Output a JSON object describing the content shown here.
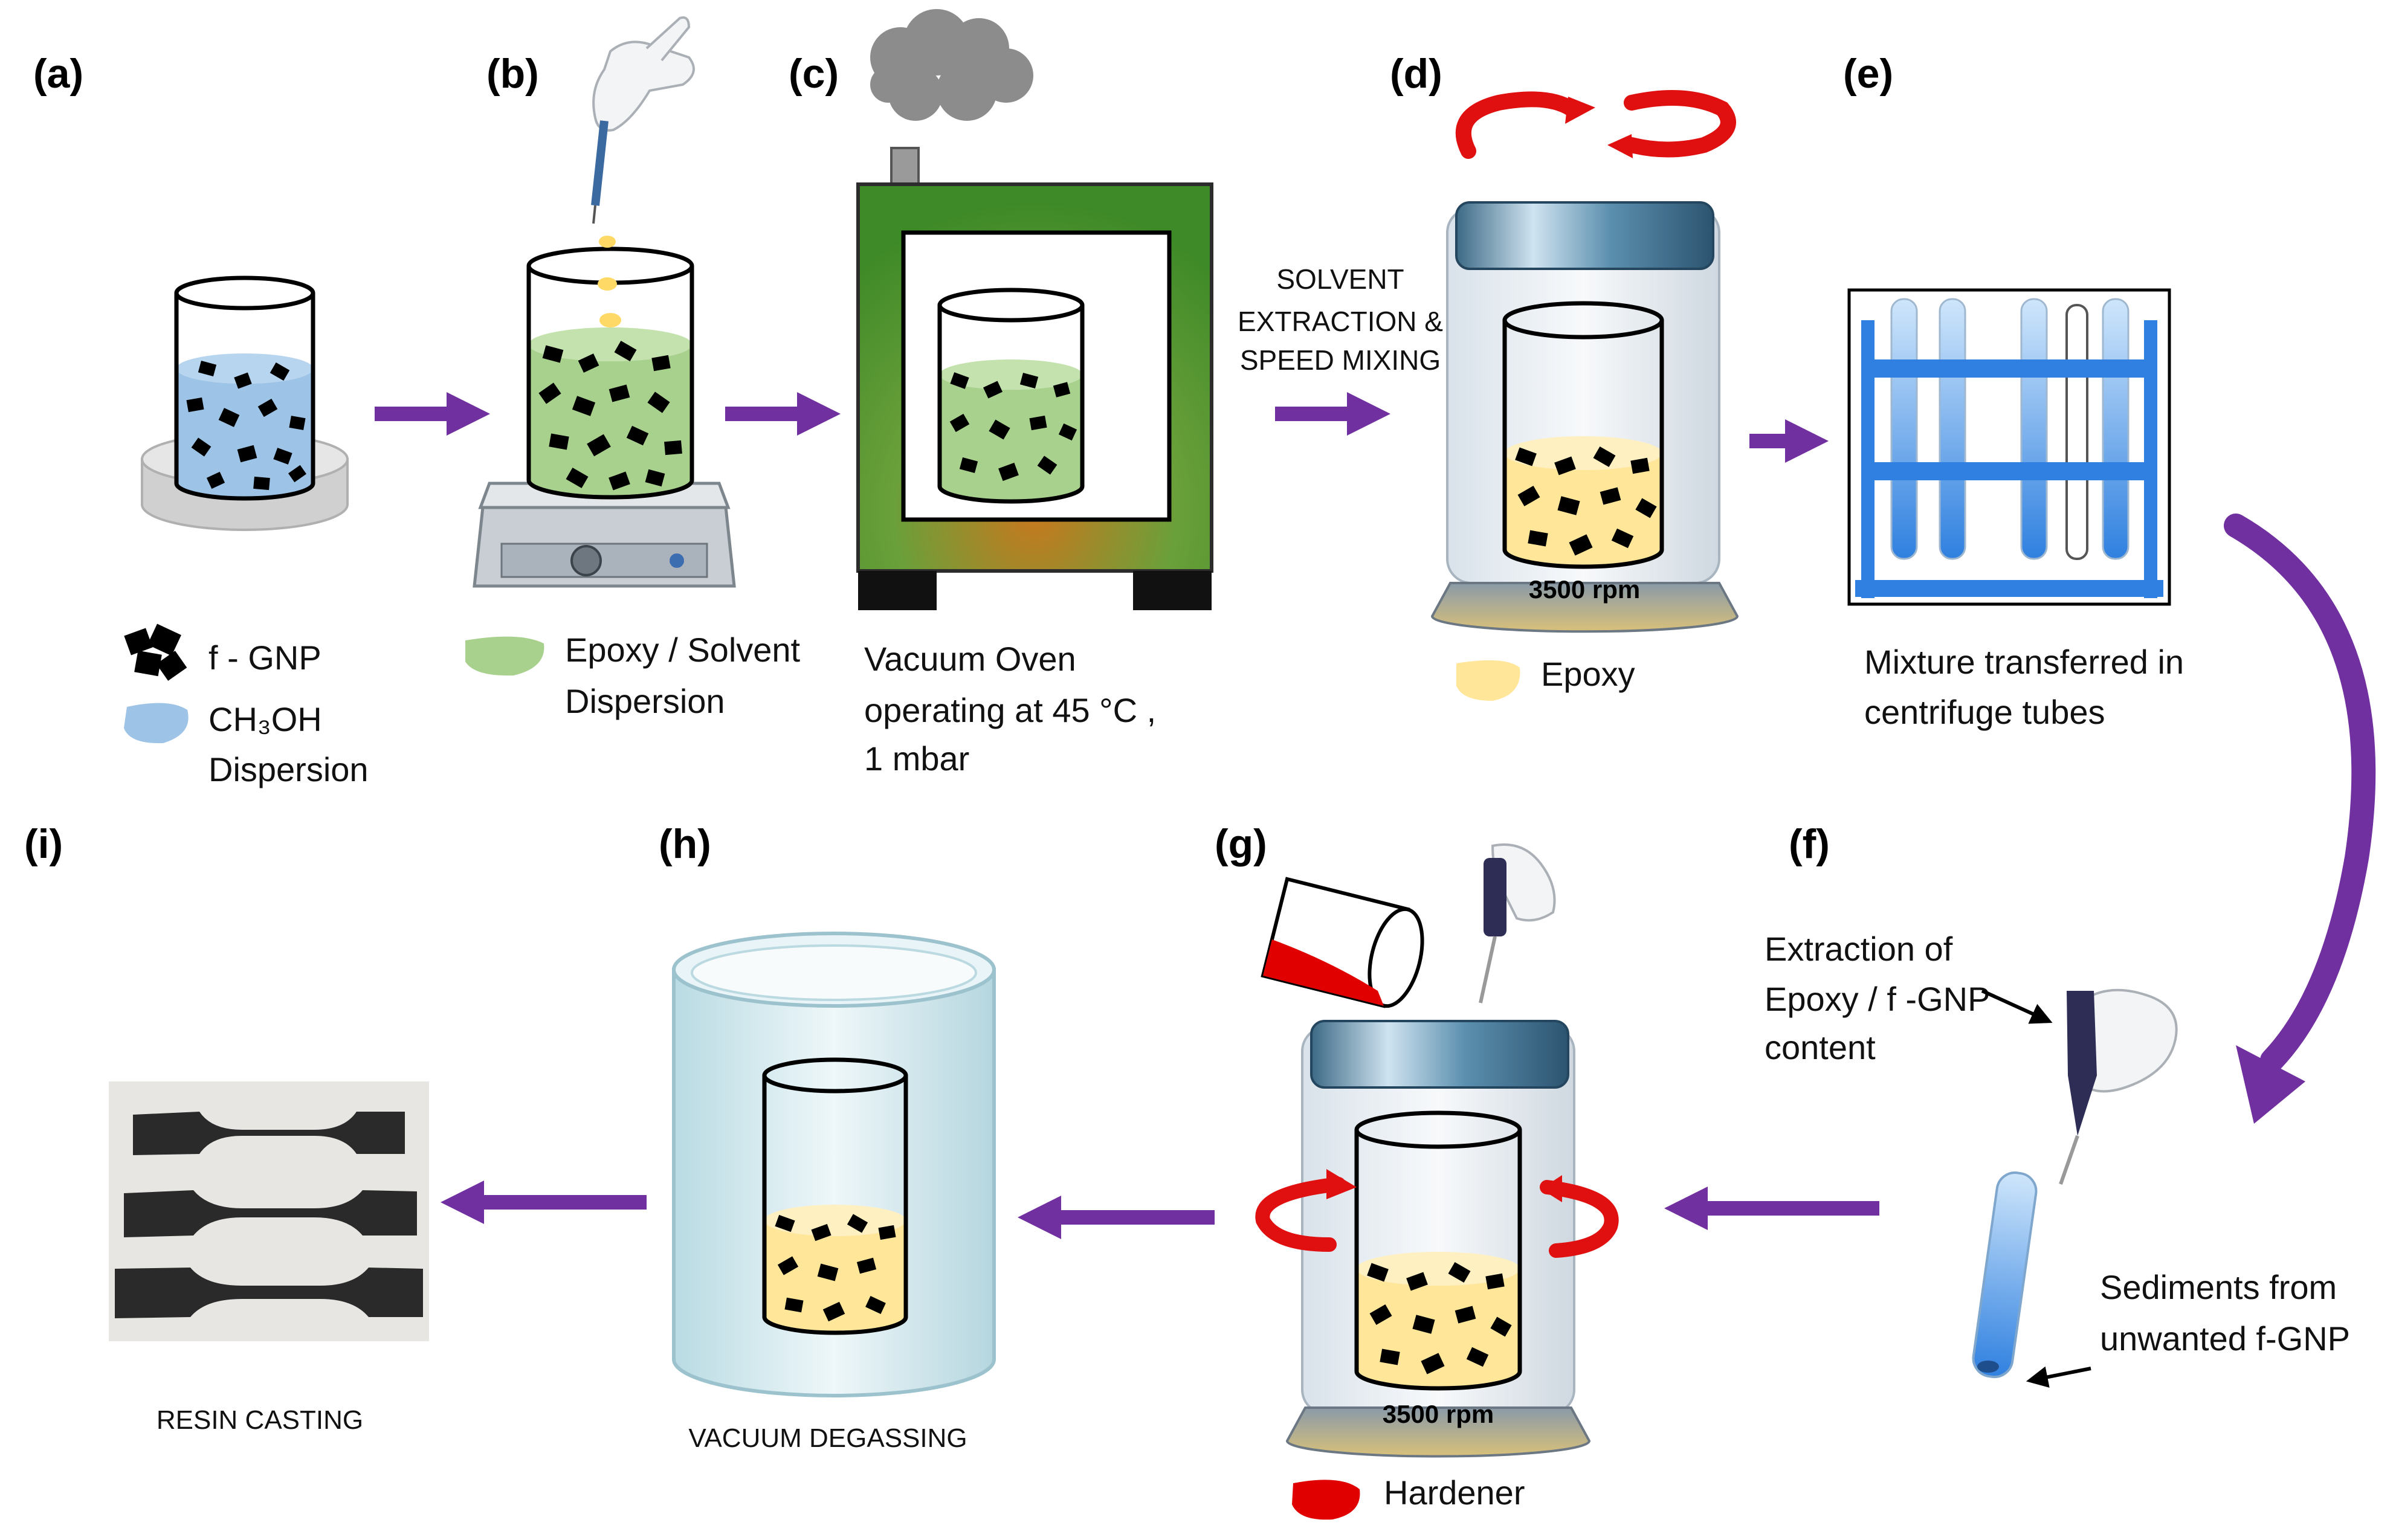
{
  "steps": [
    {
      "id": "a",
      "label": "(a)",
      "legend": [
        {
          "text": "f - GNP"
        },
        {
          "text": "CH₃OH"
        },
        {
          "text": "Dispersion"
        }
      ]
    },
    {
      "id": "b",
      "label": "(b)",
      "legend": [
        {
          "text": "Epoxy / Solvent"
        },
        {
          "text": "Dispersion"
        }
      ]
    },
    {
      "id": "c",
      "label": "(c)",
      "caption": [
        "Vacuum Oven",
        "operating at 45 °C ,",
        "1 mbar"
      ]
    },
    {
      "id": "d",
      "label": "(d)",
      "arrow_text": [
        "SOLVENT",
        "EXTRACTION &",
        "SPEED MIXING"
      ],
      "mixer_speed": "3500 rpm",
      "legend": [
        {
          "text": "Epoxy"
        }
      ]
    },
    {
      "id": "e",
      "label": "(e)",
      "caption": [
        "Mixture transferred in",
        "centrifuge tubes"
      ]
    },
    {
      "id": "f",
      "label": "(f)",
      "note_top": [
        "Extraction of",
        "Epoxy / f -GNP",
        "content"
      ],
      "note_bottom": [
        "Sediments from",
        "unwanted f-GNP"
      ]
    },
    {
      "id": "g",
      "label": "(g)",
      "mixer_speed": "3500 rpm",
      "legend": [
        {
          "text": "Hardener"
        }
      ]
    },
    {
      "id": "h",
      "label": "(h)",
      "caption": "VACUUM DEGASSING"
    },
    {
      "id": "i",
      "label": "(i)",
      "caption": "RESIN CASTING"
    }
  ],
  "colors": {
    "arrow": "#7030a0",
    "methanol": "#9dc3e6",
    "epoxy_solvent": "#a9d18e",
    "epoxy": "#ffe699",
    "hardener": "#e00000",
    "oven": "#4e9a2a",
    "rotation": "#e01010",
    "rack": "#2f80e0"
  }
}
